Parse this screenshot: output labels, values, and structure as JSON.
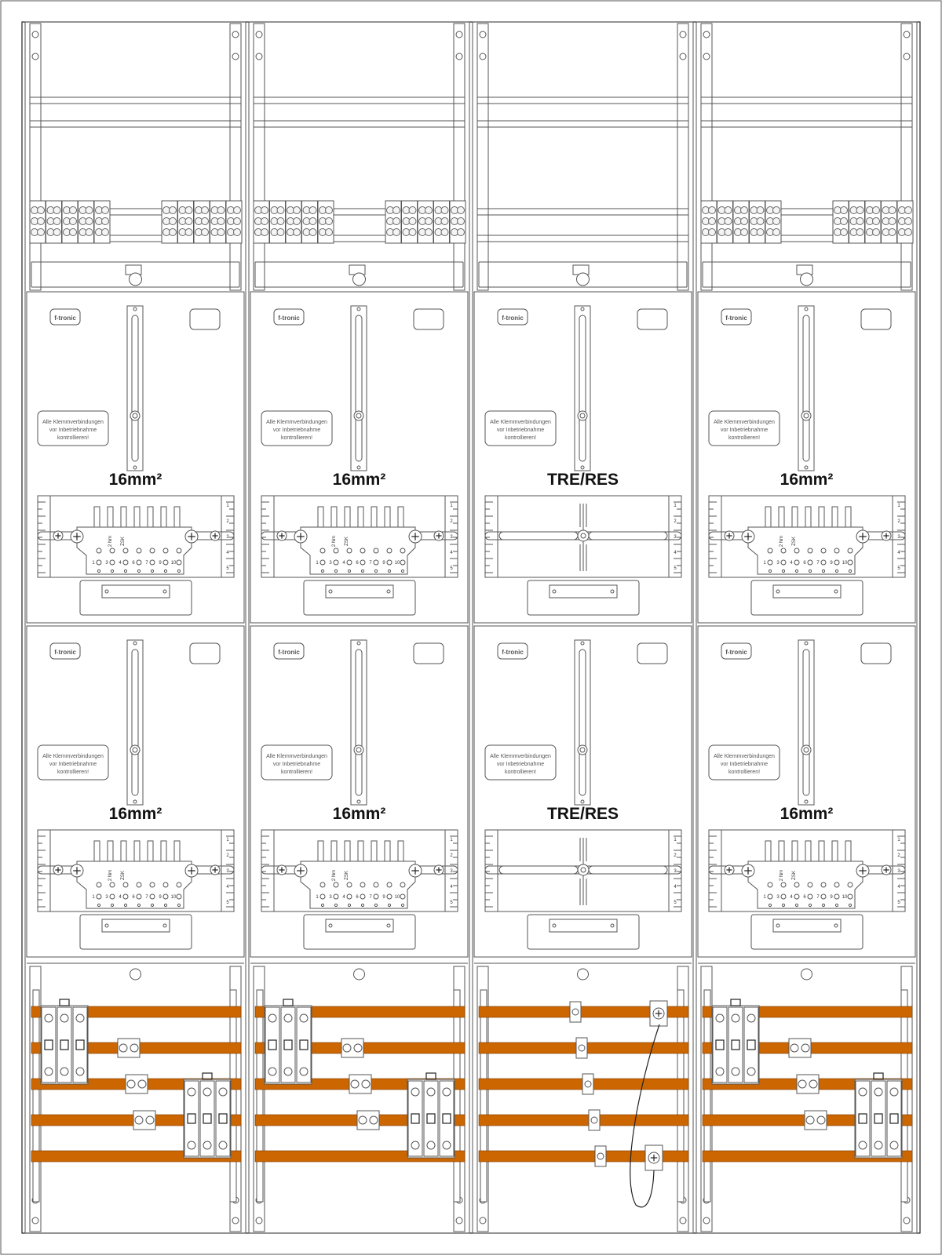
{
  "columns": [
    {
      "top_terminal_blocks": true,
      "meter_fields": [
        {
          "logo": "f-tronic",
          "note_lines": [
            "Alle Klemmverbindungen",
            "vor Inbetriebnahme",
            "kontrollieren!"
          ],
          "label": "16mm²",
          "type": "terminal",
          "torque": "2 Nm",
          "code": "ZSK"
        },
        {
          "logo": "f-tronic",
          "note_lines": [
            "Alle Klemmverbindungen",
            "vor Inbetriebnahme",
            "kontrollieren!"
          ],
          "label": "16mm²",
          "type": "terminal",
          "torque": "2 Nm",
          "code": "ZSK"
        }
      ],
      "bottom_variant": "breakers"
    },
    {
      "top_terminal_blocks": true,
      "meter_fields": [
        {
          "logo": "f-tronic",
          "note_lines": [
            "Alle Klemmverbindungen",
            "vor Inbetriebnahme",
            "kontrollieren!"
          ],
          "label": "16mm²",
          "type": "terminal",
          "torque": "2 Nm",
          "code": "ZSK"
        },
        {
          "logo": "f-tronic",
          "note_lines": [
            "Alle Klemmverbindungen",
            "vor Inbetriebnahme",
            "kontrollieren!"
          ],
          "label": "16mm²",
          "type": "terminal",
          "torque": "2 Nm",
          "code": "ZSK"
        }
      ],
      "bottom_variant": "breakers"
    },
    {
      "top_terminal_blocks": false,
      "meter_fields": [
        {
          "logo": "f-tronic",
          "note_lines": [
            "Alle Klemmverbindungen",
            "vor Inbetriebnahme",
            "kontrollieren!"
          ],
          "label": "TRE/RES",
          "type": "blank"
        },
        {
          "logo": "f-tronic",
          "note_lines": [
            "Alle Klemmverbindungen",
            "vor Inbetriebnahme",
            "kontrollieren!"
          ],
          "label": "TRE/RES",
          "type": "blank"
        }
      ],
      "bottom_variant": "clamps"
    },
    {
      "top_terminal_blocks": true,
      "meter_fields": [
        {
          "logo": "f-tronic",
          "note_lines": [
            "Alle Klemmverbindungen",
            "vor Inbetriebnahme",
            "kontrollieren!"
          ],
          "label": "16mm²",
          "type": "terminal",
          "torque": "2 Nm",
          "code": "ZSK"
        },
        {
          "logo": "f-tronic",
          "note_lines": [
            "Alle Klemmverbindungen",
            "vor Inbetriebnahme",
            "kontrollieren!"
          ],
          "label": "16mm²",
          "type": "terminal",
          "torque": "2 Nm",
          "code": "ZSK"
        }
      ],
      "bottom_variant": "breakers"
    }
  ],
  "terminal_numbers": [
    "1",
    "3",
    "4",
    "6",
    "7",
    "9",
    "10"
  ],
  "scale_numbers": [
    "1",
    "2",
    "3",
    "4",
    "5"
  ],
  "colors": {
    "busbar": "#cc6600",
    "line": "#555555",
    "text": "#111111"
  }
}
